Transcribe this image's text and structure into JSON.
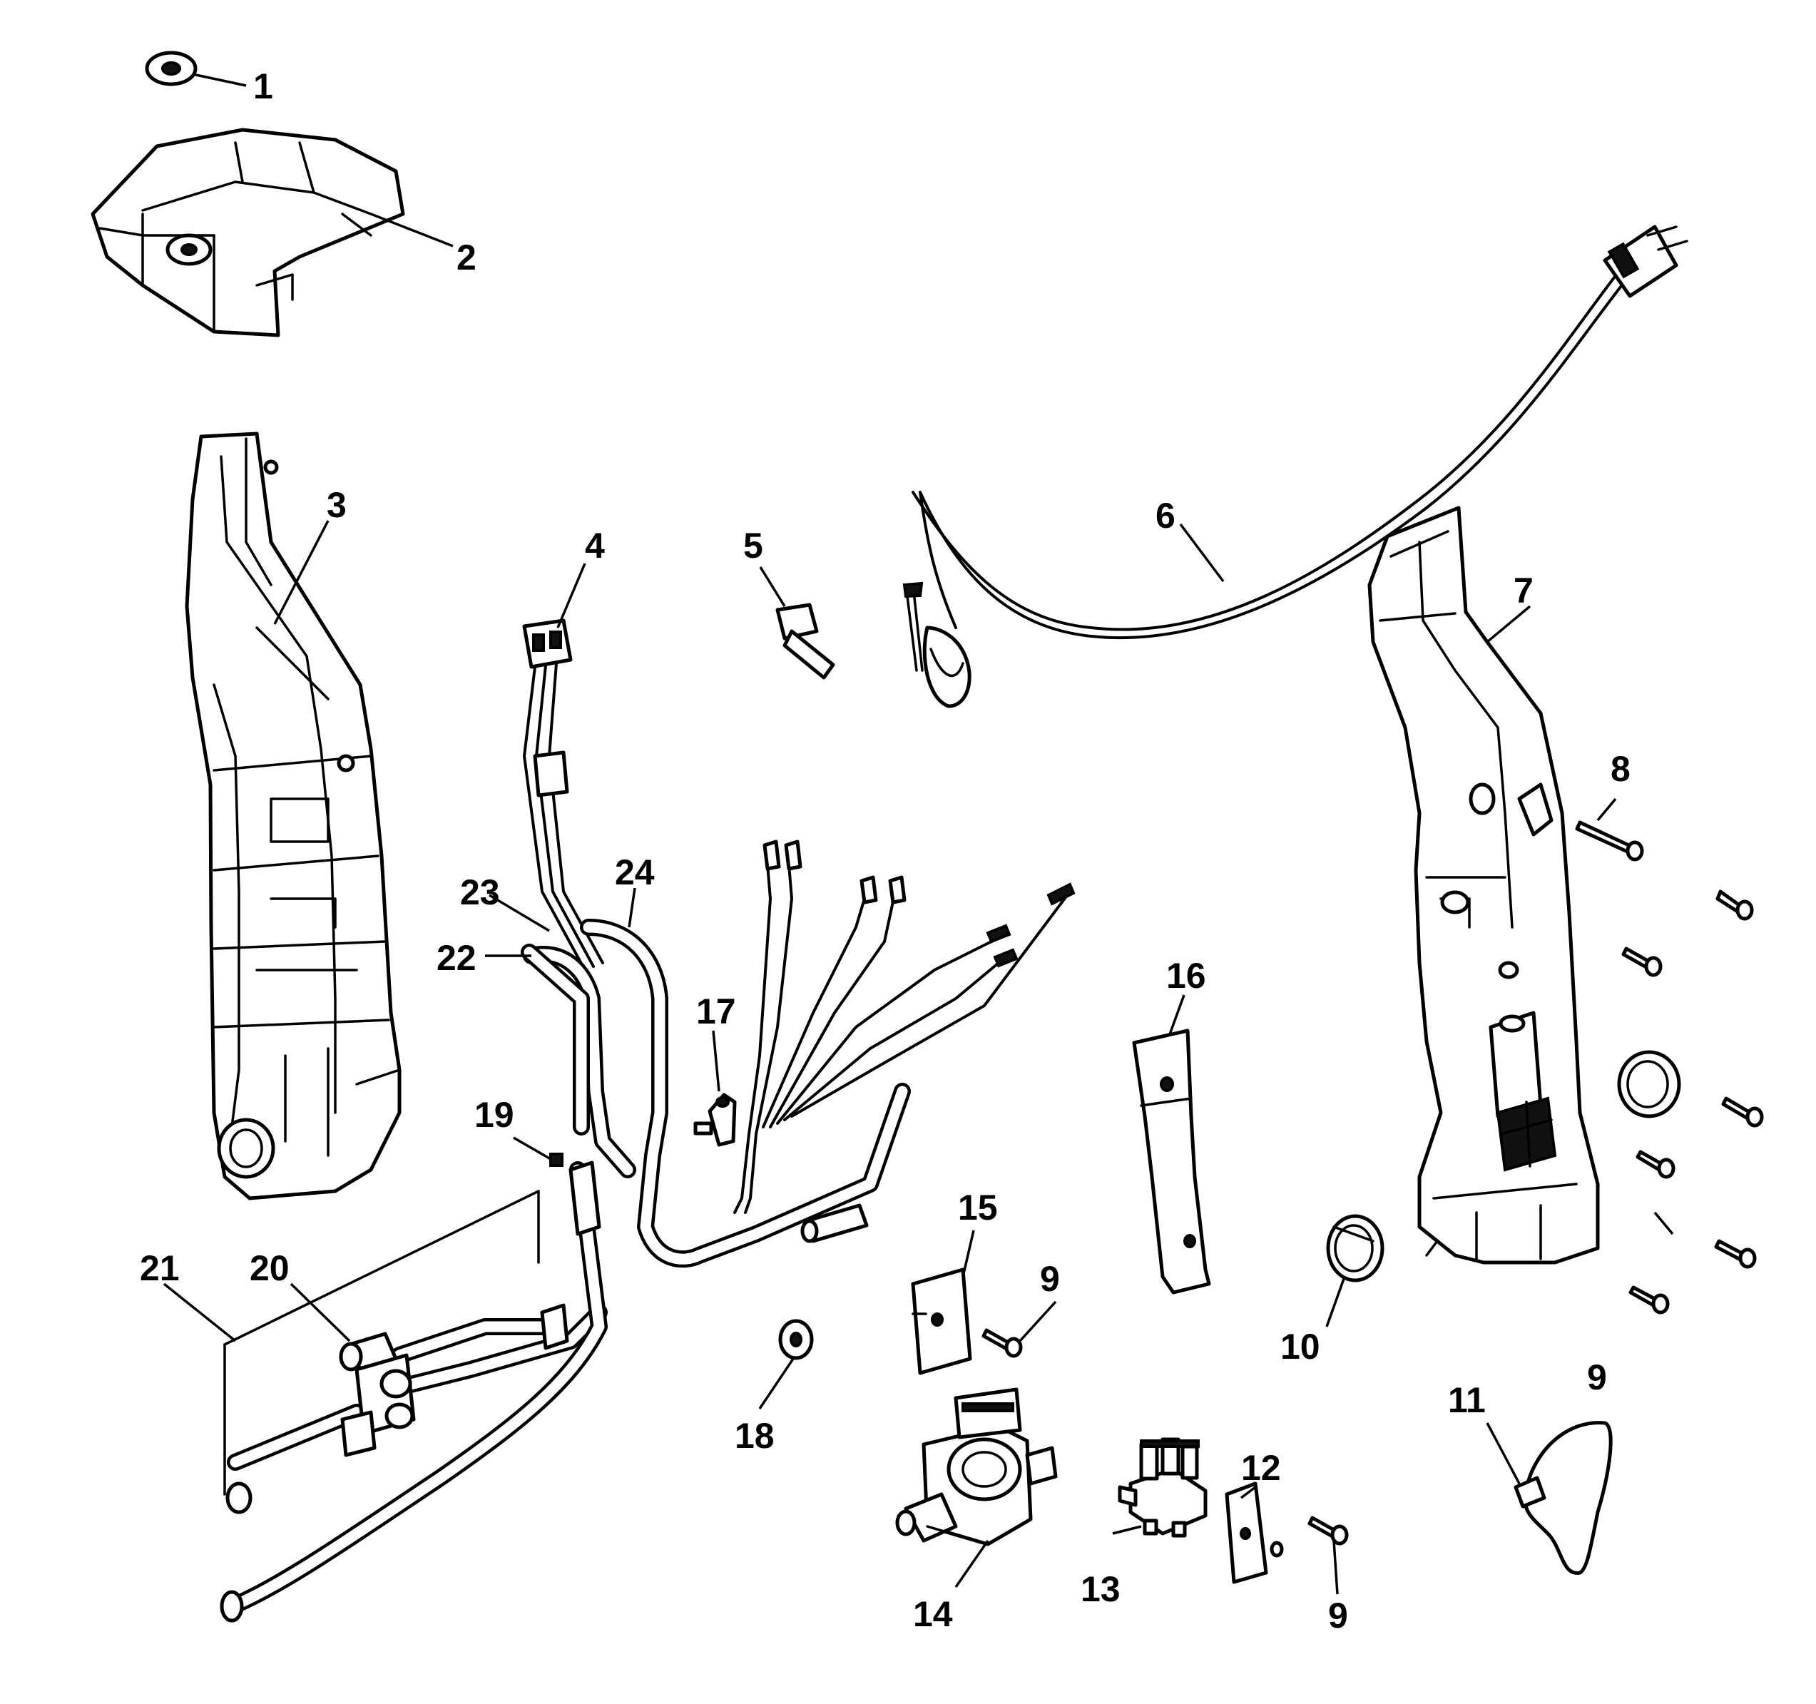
{
  "diagram": {
    "type": "exploded-parts-view",
    "callouts": [
      "1",
      "2",
      "3",
      "4",
      "5",
      "6",
      "7",
      "8",
      "9",
      "9",
      "9",
      "10",
      "11",
      "12",
      "13",
      "14",
      "15",
      "16",
      "17",
      "18",
      "19",
      "20",
      "21",
      "22",
      "23",
      "24"
    ]
  }
}
